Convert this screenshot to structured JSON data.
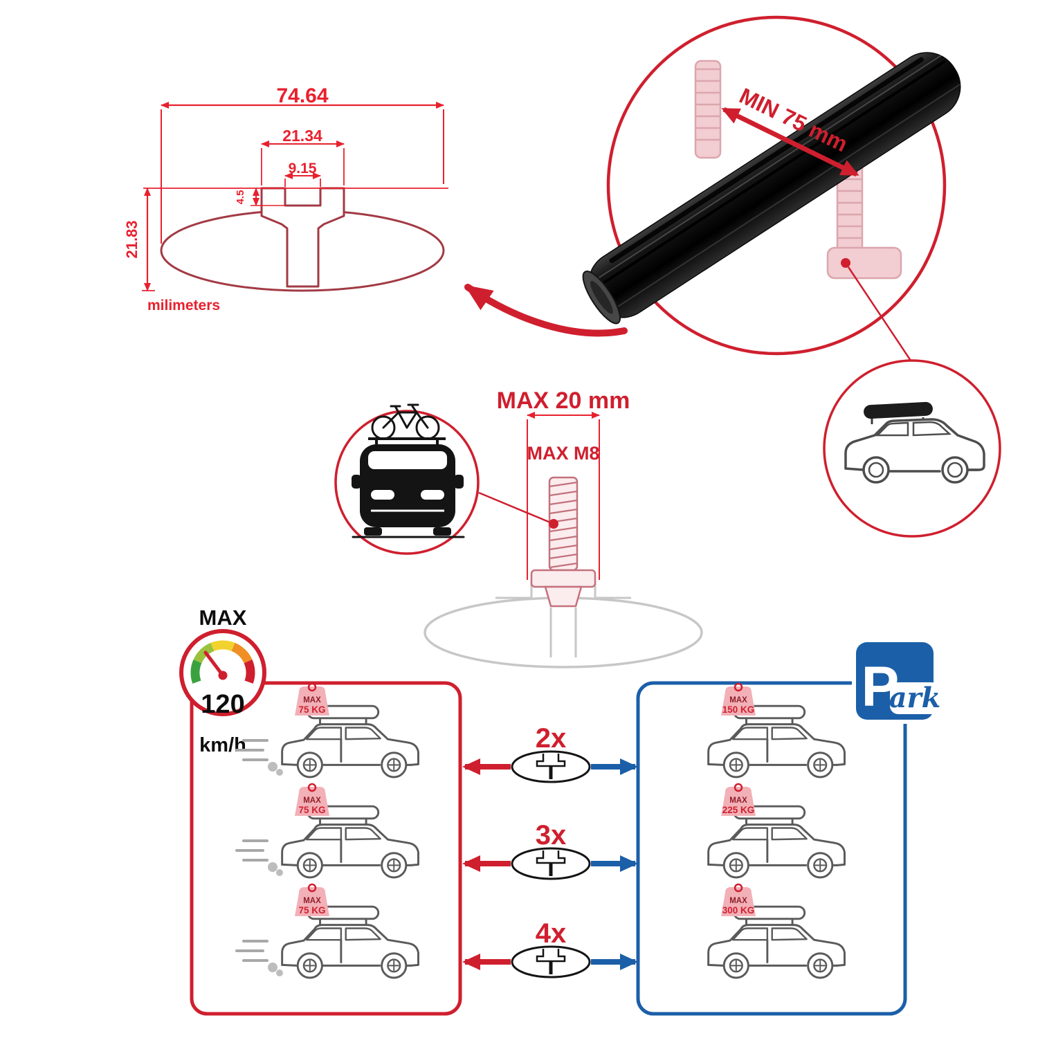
{
  "profile_dimensions": {
    "total_width": "74.64",
    "channel_width": "21.34",
    "slot_width": "9.15",
    "lip_depth": "4.5",
    "total_height": "21.83",
    "units_label": "milimeters"
  },
  "crossbar_detail": {
    "min_span": "MIN 75 mm"
  },
  "bolt_spec": {
    "max_length": "MAX 20 mm",
    "max_thread": "MAX M8"
  },
  "speed_limit": {
    "label": "MAX",
    "value": "120",
    "units": "km/h"
  },
  "park_sign": {
    "letter": "P",
    "suffix": "ark"
  },
  "load_comparison": {
    "rows": [
      {
        "multiplier": "2x",
        "driving": {
          "label": "MAX",
          "value": "75 KG"
        },
        "parked": {
          "label": "MAX",
          "value": "150 KG"
        }
      },
      {
        "multiplier": "3x",
        "driving": {
          "label": "MAX",
          "value": "75 KG"
        },
        "parked": {
          "label": "MAX",
          "value": "225 KG"
        }
      },
      {
        "multiplier": "4x",
        "driving": {
          "label": "MAX",
          "value": "75 KG"
        },
        "parked": {
          "label": "MAX",
          "value": "300 KG"
        }
      }
    ]
  },
  "colors": {
    "red": "#cf1f2e",
    "dim_red": "#e8212e",
    "maroon": "#a23a44",
    "blue": "#1b5fa8",
    "badge_pink": "#f2b0b7",
    "faded_pink": "#f2cdd1",
    "gray": "#c7c7c7"
  }
}
